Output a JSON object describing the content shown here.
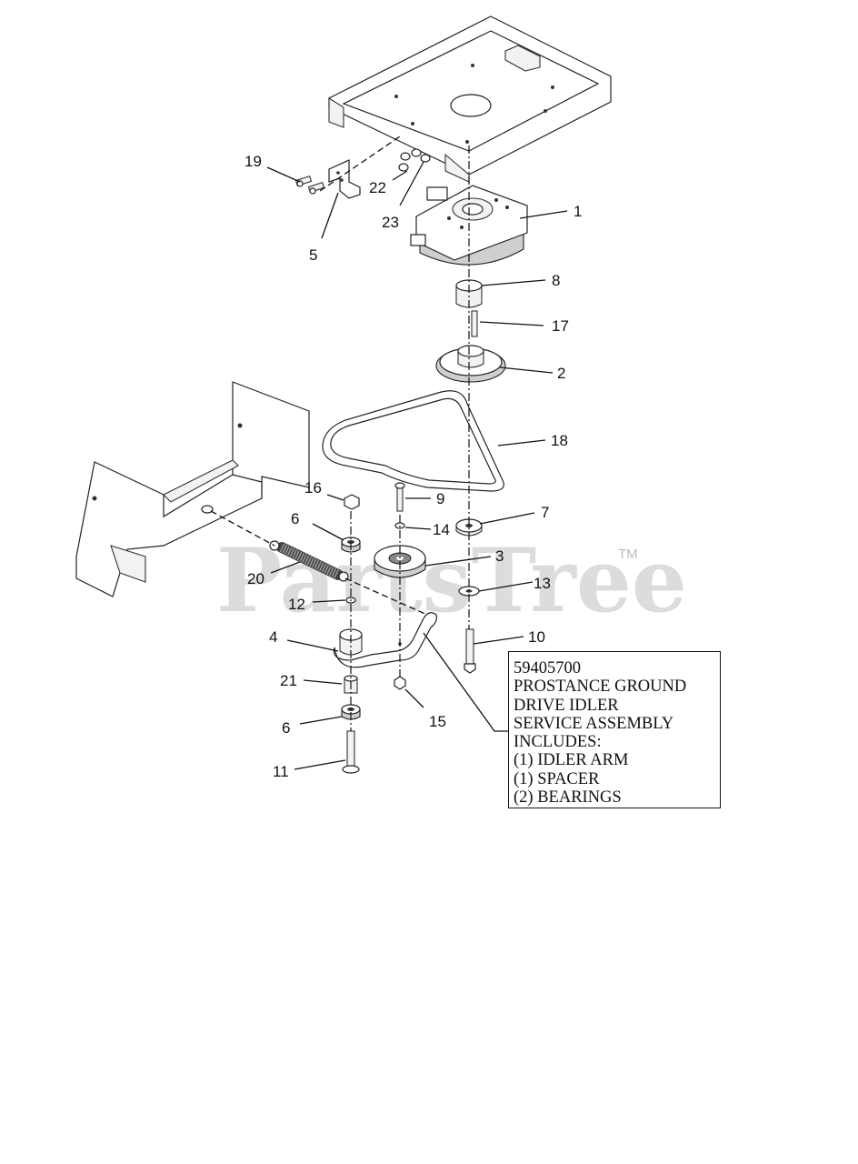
{
  "watermark": {
    "text": "PartsTree",
    "trademark": "TM"
  },
  "callouts": [
    {
      "id": "1",
      "label": "1"
    },
    {
      "id": "2",
      "label": "2"
    },
    {
      "id": "3",
      "label": "3"
    },
    {
      "id": "4",
      "label": "4"
    },
    {
      "id": "5",
      "label": "5"
    },
    {
      "id": "6a",
      "label": "6"
    },
    {
      "id": "6b",
      "label": "6"
    },
    {
      "id": "7",
      "label": "7"
    },
    {
      "id": "8",
      "label": "8"
    },
    {
      "id": "9",
      "label": "9"
    },
    {
      "id": "10",
      "label": "10"
    },
    {
      "id": "11",
      "label": "11"
    },
    {
      "id": "12",
      "label": "12"
    },
    {
      "id": "13",
      "label": "13"
    },
    {
      "id": "14",
      "label": "14"
    },
    {
      "id": "15",
      "label": "15"
    },
    {
      "id": "16",
      "label": "16"
    },
    {
      "id": "17",
      "label": "17"
    },
    {
      "id": "18",
      "label": "18"
    },
    {
      "id": "19",
      "label": "19"
    },
    {
      "id": "20",
      "label": "20"
    },
    {
      "id": "21",
      "label": "21"
    },
    {
      "id": "22",
      "label": "22"
    },
    {
      "id": "23",
      "label": "23"
    }
  ],
  "note": {
    "lines": [
      "59405700",
      "PROSTANCE GROUND",
      "DRIVE IDLER",
      "SERVICE ASSEMBLY",
      "INCLUDES:",
      "(1) IDLER ARM",
      "(1) SPACER",
      "(2) BEARINGS"
    ]
  }
}
